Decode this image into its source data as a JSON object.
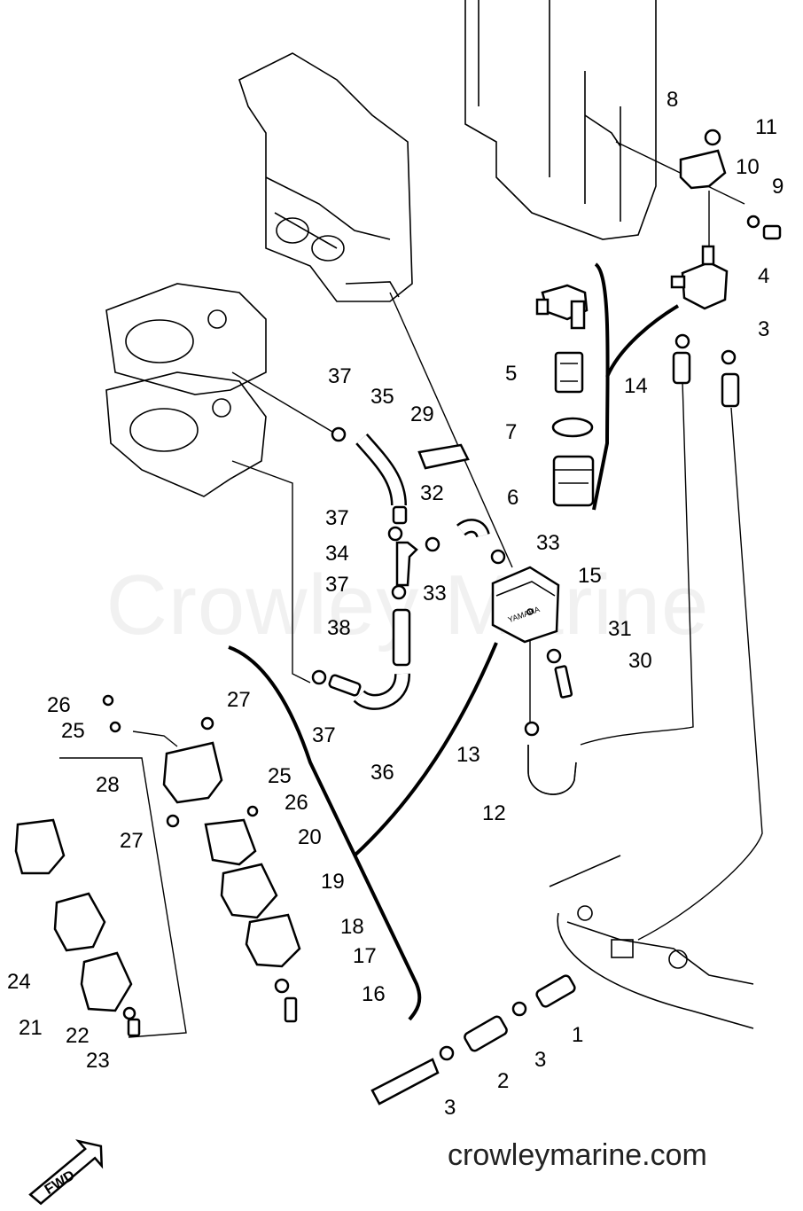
{
  "watermark": "Crowley Marine",
  "footer": "crowleymarine.com",
  "fwd_label": "FWD",
  "callouts": {
    "c1": "1",
    "c2": "2",
    "c3a": "3",
    "c3b": "3",
    "c3c": "3",
    "c4": "4",
    "c5": "5",
    "c6": "6",
    "c7": "7",
    "c8": "8",
    "c9": "9",
    "c10": "10",
    "c11": "11",
    "c12": "12",
    "c13": "13",
    "c14": "14",
    "c15": "15",
    "c16": "16",
    "c17": "17",
    "c18": "18",
    "c19": "19",
    "c20": "20",
    "c21": "21",
    "c22": "22",
    "c23": "23",
    "c24": "24",
    "c25a": "25",
    "c25b": "25",
    "c26a": "26",
    "c26b": "26",
    "c27a": "27",
    "c27b": "27",
    "c28": "28",
    "c29": "29",
    "c30": "30",
    "c31": "31",
    "c32": "32",
    "c33a": "33",
    "c33b": "33",
    "c34": "34",
    "c35": "35",
    "c36": "36",
    "c37a": "37",
    "c37b": "37",
    "c37c": "37",
    "c37d": "37",
    "c38": "38"
  },
  "pump_text": "YAMAHA"
}
